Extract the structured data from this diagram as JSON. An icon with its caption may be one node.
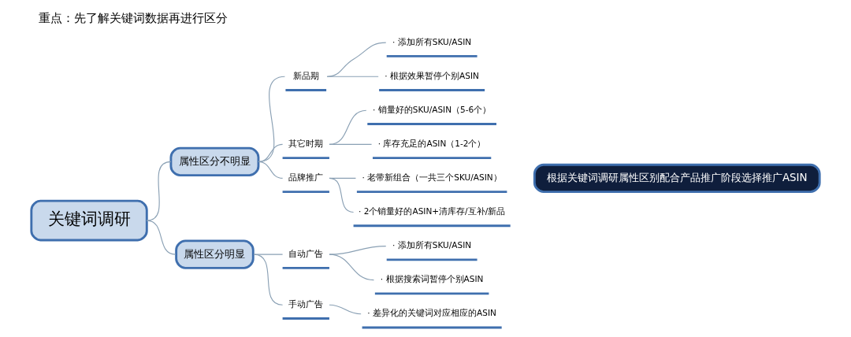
{
  "diagram": {
    "title": "重点：先了解关键词数据再进行区分",
    "nodes": [
      {
        "text": [
          "关键词调研"
        ]
      },
      {
        "text": [
          "属性区分不明显"
        ]
      },
      {
        "text": [
          "新品期"
        ]
      },
      {
        "text": [
          "· 添加所有SKU/ASIN"
        ]
      },
      {
        "text": [
          "· 根据效果暂停个别ASIN"
        ]
      },
      {
        "text": [
          "其它时期"
        ]
      },
      {
        "text": [
          "· 销量好的SKU/ASIN（5-6个）"
        ]
      },
      {
        "text": [
          "· 库存充足的ASIN（1-2个）"
        ]
      },
      {
        "text": [
          "品牌推广"
        ]
      },
      {
        "text": [
          "· 老带新组合（一共三个SKU/ASIN）"
        ]
      },
      {
        "text": [
          "· 2个销量好的ASIN+清库存/互补/新品"
        ]
      },
      {
        "text": [
          "属性区分明显"
        ]
      },
      {
        "text": [
          "自动广告"
        ]
      },
      {
        "text": [
          "· 添加所有SKU/ASIN"
        ]
      },
      {
        "text": [
          "· 根据搜索词暂停个别ASIN"
        ]
      },
      {
        "text": [
          "手动广告"
        ]
      },
      {
        "text": [
          "· 差异化的关键词对应相应的ASIN"
        ]
      },
      {
        "text": [
          "根据关键词调研属性区别配合产品推广阶段选择推广ASIN"
        ]
      }
    ],
    "edges": [
      {
        "from": 0,
        "to": 1,
        "arrow": "none"
      },
      {
        "from": 1,
        "to": 2,
        "arrow": "none"
      },
      {
        "from": 2,
        "to": 3,
        "arrow": "none"
      },
      {
        "from": 2,
        "to": 4,
        "arrow": "none"
      },
      {
        "from": 1,
        "to": 5,
        "arrow": "none"
      },
      {
        "from": 5,
        "to": 6,
        "arrow": "none"
      },
      {
        "from": 5,
        "to": 7,
        "arrow": "none"
      },
      {
        "from": 1,
        "to": 8,
        "arrow": "none"
      },
      {
        "from": 8,
        "to": 9,
        "arrow": "none"
      },
      {
        "from": 8,
        "to": 10,
        "arrow": "none"
      },
      {
        "from": 0,
        "to": 11,
        "arrow": "none"
      },
      {
        "from": 11,
        "to": 12,
        "arrow": "none"
      },
      {
        "from": 12,
        "to": 13,
        "arrow": "none"
      },
      {
        "from": 12,
        "to": 14,
        "arrow": "none"
      },
      {
        "from": 11,
        "to": 15,
        "arrow": "none"
      },
      {
        "from": 15,
        "to": 16,
        "arrow": "none"
      }
    ]
  }
}
